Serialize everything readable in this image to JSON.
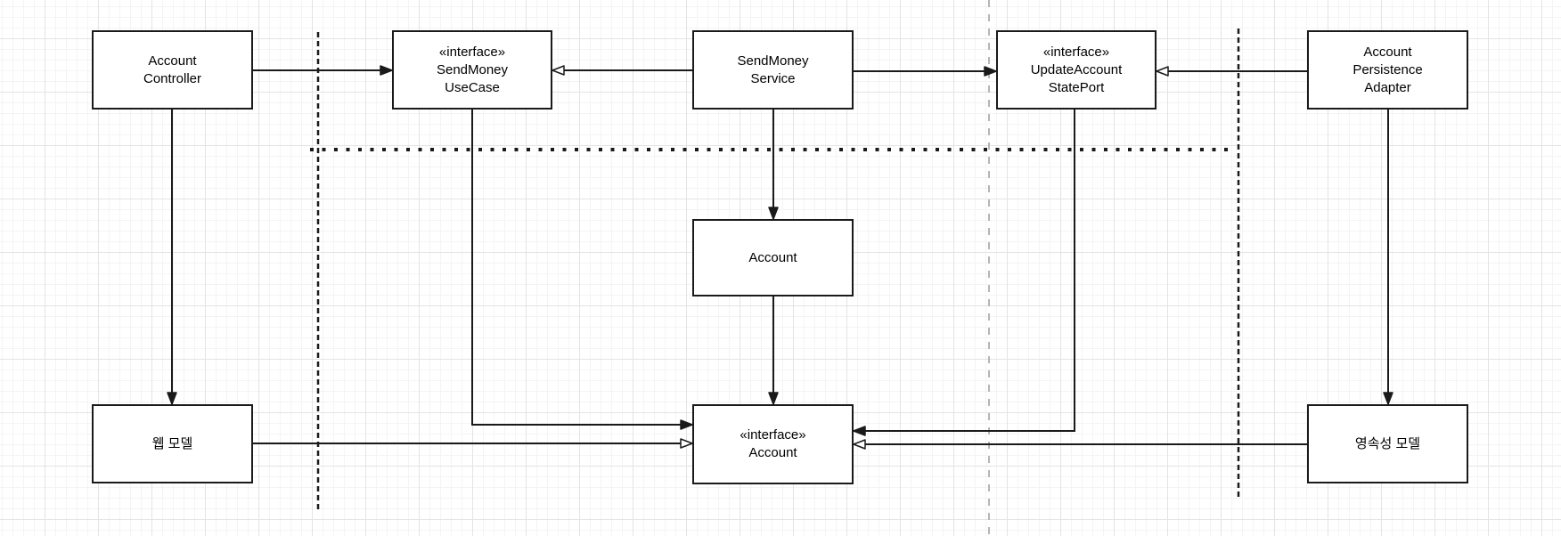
{
  "diagram": {
    "title": "SendMoney hexagonal architecture class diagram",
    "nodes": {
      "account_controller": {
        "label": "Account\nController"
      },
      "sendmoney_usecase": {
        "label": "«interface»\nSendMoney\nUseCase"
      },
      "sendmoney_service": {
        "label": "SendMoney\nService"
      },
      "update_account_state_port": {
        "label": "«interface»\nUpdateAccount\nStatePort"
      },
      "account_persistence_adapter": {
        "label": "Account\nPersistence\nAdapter"
      },
      "account": {
        "label": "Account"
      },
      "web_model": {
        "label": "웹 모델"
      },
      "interface_account": {
        "label": "«interface»\nAccount"
      },
      "persistence_model": {
        "label": "영속성 모델"
      }
    },
    "edges": [
      {
        "from": "account_controller",
        "to": "sendmoney_usecase",
        "line": "solid",
        "arrowhead": "filled"
      },
      {
        "from": "sendmoney_service",
        "to": "sendmoney_usecase",
        "line": "solid",
        "arrowhead": "hollow"
      },
      {
        "from": "sendmoney_service",
        "to": "update_account_state_port",
        "line": "solid",
        "arrowhead": "filled"
      },
      {
        "from": "account_persistence_adapter",
        "to": "update_account_state_port",
        "line": "solid",
        "arrowhead": "hollow"
      },
      {
        "from": "account_controller",
        "to": "web_model",
        "line": "solid",
        "arrowhead": "filled"
      },
      {
        "from": "sendmoney_service",
        "to": "account",
        "line": "solid",
        "arrowhead": "filled"
      },
      {
        "from": "account",
        "to": "interface_account",
        "line": "solid",
        "arrowhead": "filled"
      },
      {
        "from": "sendmoney_usecase",
        "to": "interface_account",
        "line": "solid",
        "arrowhead": "filled"
      },
      {
        "from": "update_account_state_port",
        "to": "interface_account",
        "line": "solid",
        "arrowhead": "filled"
      },
      {
        "from": "web_model",
        "to": "interface_account",
        "line": "solid",
        "arrowhead": "hollow"
      },
      {
        "from": "persistence_model",
        "to": "interface_account",
        "line": "solid",
        "arrowhead": "hollow"
      },
      {
        "from": "account_persistence_adapter",
        "to": "persistence_model",
        "line": "solid",
        "arrowhead": "filled"
      }
    ],
    "boundaries": [
      {
        "name": "web-layer-boundary",
        "style": "dashed",
        "orientation": "vertical",
        "color": "#1a1a1a"
      },
      {
        "name": "page-divider",
        "style": "dashed",
        "orientation": "vertical",
        "color": "#b5b5b5"
      },
      {
        "name": "persistence-layer-boundary",
        "style": "dashed",
        "orientation": "vertical",
        "color": "#1a1a1a"
      },
      {
        "name": "domain-boundary",
        "style": "dotted",
        "orientation": "horizontal",
        "color": "#1a1a1a"
      }
    ],
    "colors": {
      "background": "#ffffff",
      "grid_minor": "#f4f4f4",
      "grid_major": "#e4e4e4",
      "node_fill": "#ffffff",
      "node_border": "#1a1a1a",
      "connector": "#1a1a1a",
      "divider_gray": "#b5b5b5"
    }
  }
}
